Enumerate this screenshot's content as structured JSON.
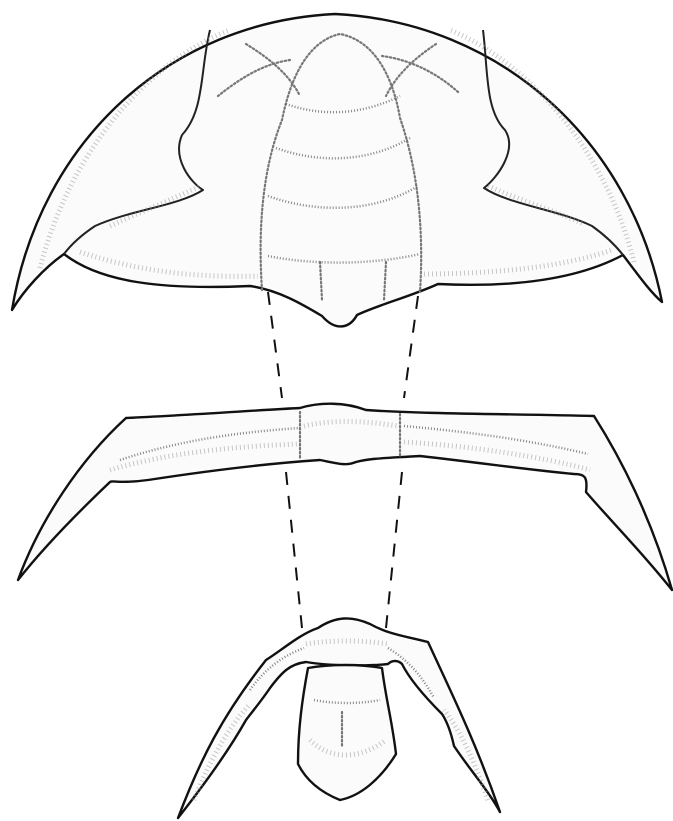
{
  "figure": {
    "parts": [
      "cephalon",
      "thoracic-segment",
      "pygidium"
    ],
    "colors": {
      "line": "#111111",
      "fill": "#fbfbfb",
      "stipple": "#9a9a9a",
      "background": "#ffffff"
    }
  }
}
